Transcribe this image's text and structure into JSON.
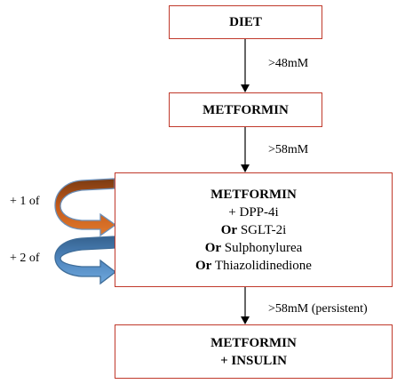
{
  "steps": {
    "diet": "DIET",
    "metformin": "METFORMIN",
    "combo": {
      "title": "METFORMIN",
      "line1": "+ DPP-4i",
      "line2_or": "Or",
      "line2_text": "SGLT-2i",
      "line3_or": "Or",
      "line3_text": "Sulphonylurea",
      "line4_or": "Or",
      "line4_text": "Thiazolidinedione"
    },
    "insulin": {
      "line1": "METFORMIN",
      "line2": "+ INSULIN"
    }
  },
  "thresholds": {
    "t1": ">48mM",
    "t2": ">58mM",
    "t3": ">58mM (persistent)"
  },
  "side_labels": {
    "plus_one": "+ 1 of",
    "plus_two": "+ 2 of"
  },
  "colors": {
    "box_border": "#c0392b",
    "arrow_orange": "#c55a1a",
    "arrow_blue": "#5b9bd5"
  }
}
